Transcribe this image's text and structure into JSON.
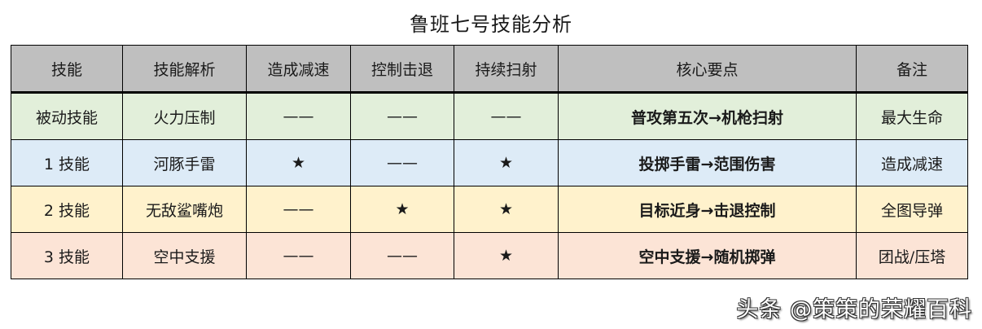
{
  "title": "鲁班七号技能分析",
  "table": {
    "headers": [
      "技能",
      "技能解析",
      "造成减速",
      "控制击退",
      "持续扫射",
      "核心要点",
      "备注"
    ],
    "rows": [
      {
        "skill": "被动技能",
        "analysis": "火力压制",
        "slow": "——",
        "knockback": "——",
        "sweep": "——",
        "core": "普攻第五次→机枪扫射",
        "note": "最大生命",
        "color": "#E2EFDA"
      },
      {
        "skill": "1 技能",
        "analysis": "河豚手雷",
        "slow": "★",
        "knockback": "——",
        "sweep": "★",
        "core": "投掷手雷→范围伤害",
        "note": "造成减速",
        "color": "#DDEBF7"
      },
      {
        "skill": "2 技能",
        "analysis": "无敌鲨嘴炮",
        "slow": "——",
        "knockback": "★",
        "sweep": "★",
        "core": "目标近身→击退控制",
        "note": "全图导弹",
        "color": "#FFF2CC"
      },
      {
        "skill": "3 技能",
        "analysis": "空中支援",
        "slow": "——",
        "knockback": "——",
        "sweep": "★",
        "core": "空中支援→随机掷弹",
        "note": "团战/压塔",
        "color": "#FCE4D6"
      }
    ],
    "header_color": "#BFBFBF"
  },
  "watermark": "头条 @策策的荣耀百科"
}
